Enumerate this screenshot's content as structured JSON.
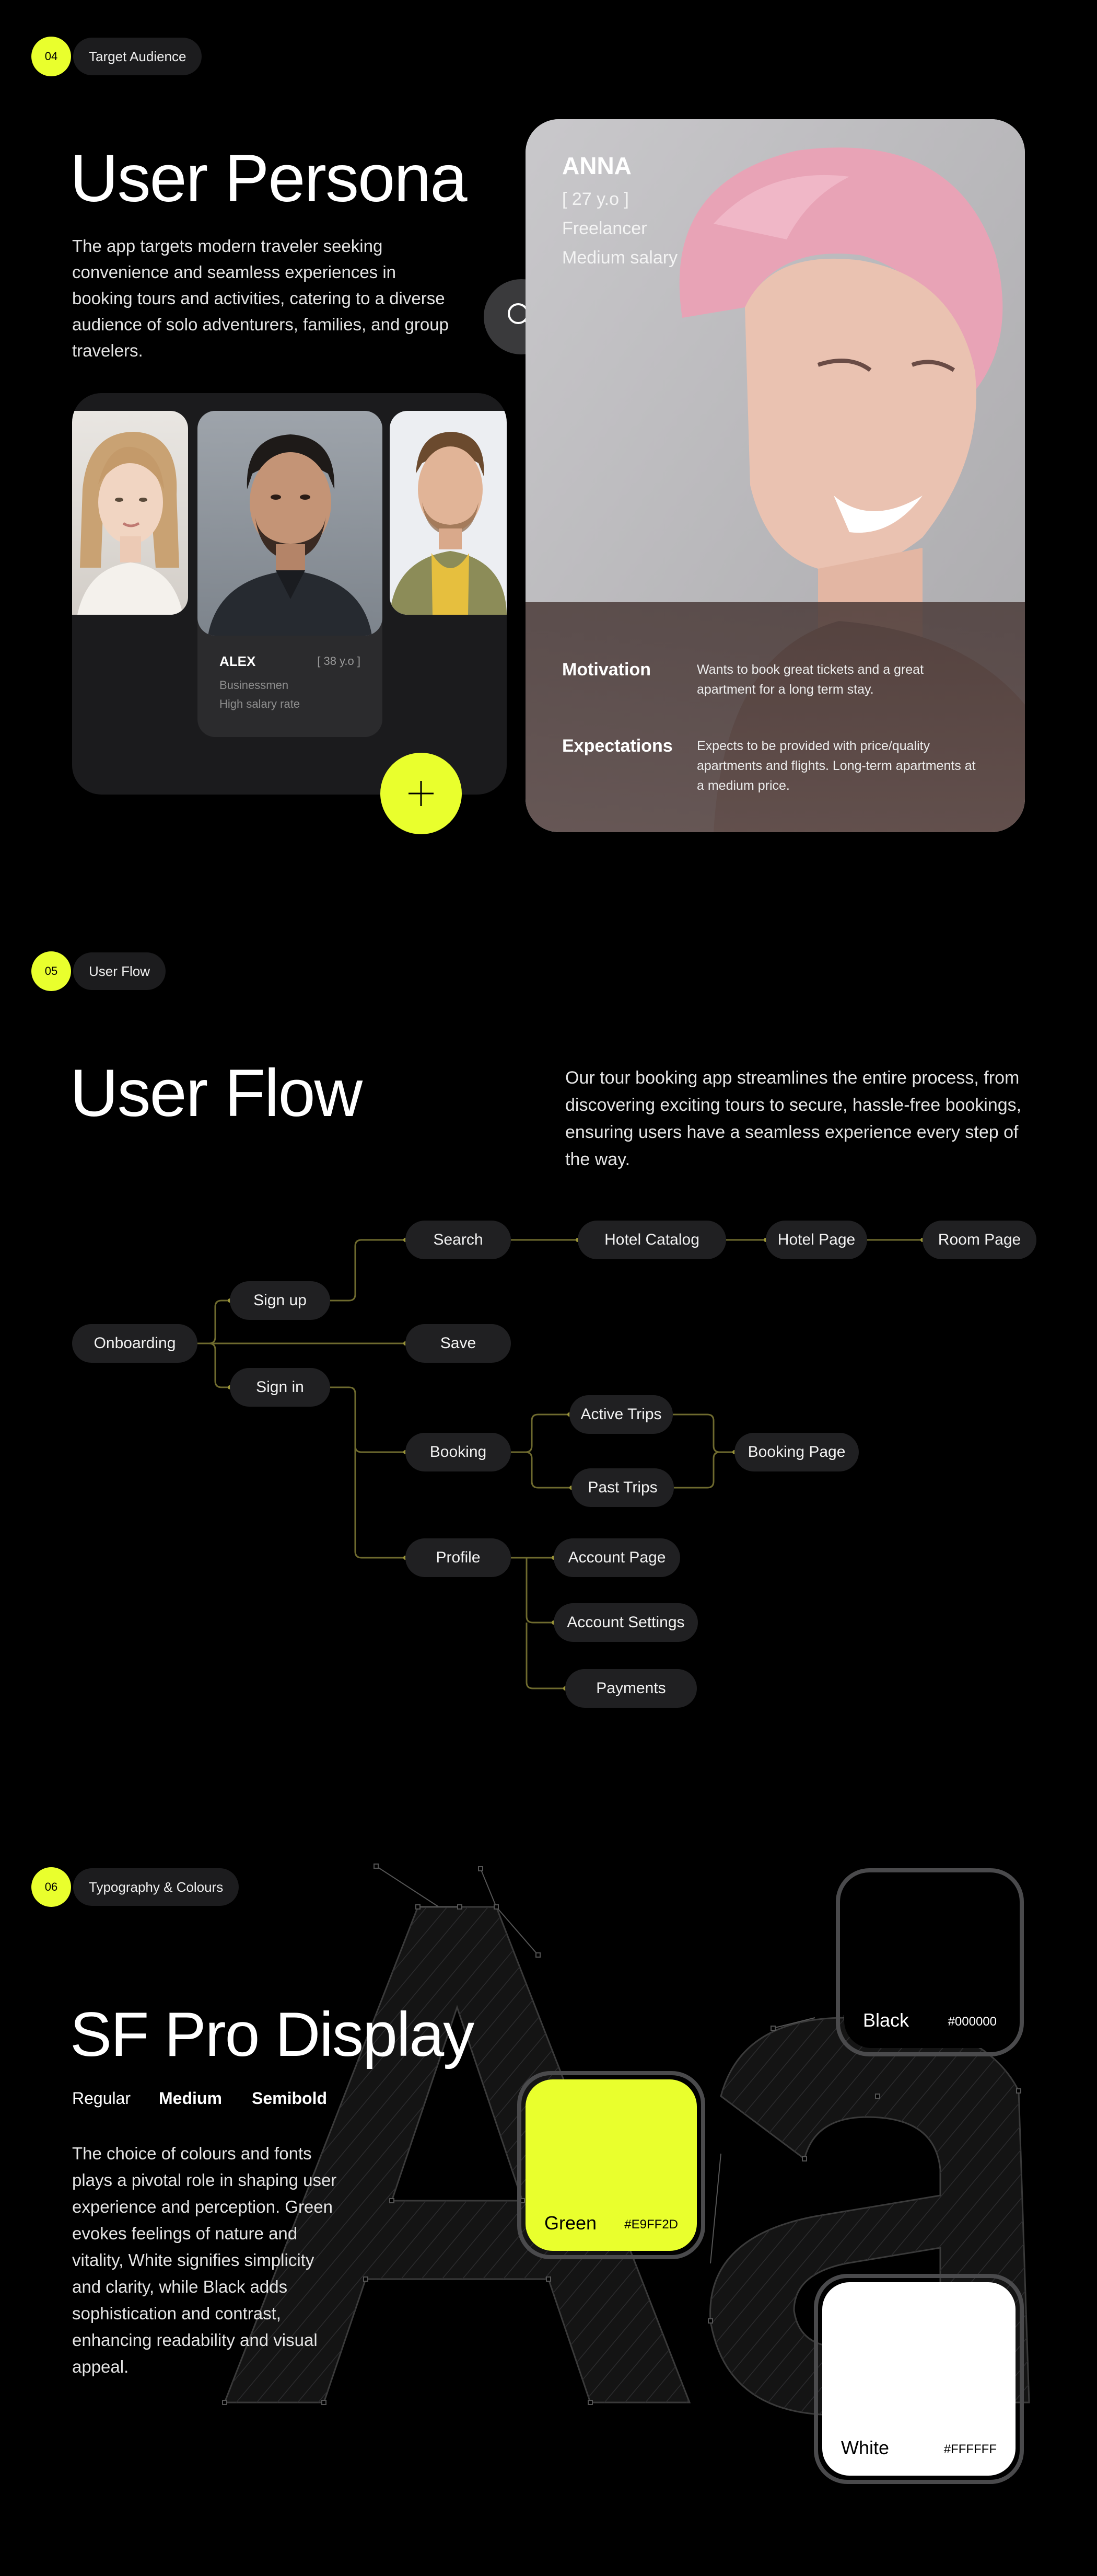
{
  "persona_section": {
    "tag_number": "04",
    "tag_label": "Target Audience",
    "title": "User Persona",
    "description": "The app targets modern traveler seeking convenience and seamless experiences in booking tours and activities, catering to a diverse audience of solo adventurers, families, and group travelers.",
    "alex": {
      "name": "ALEX",
      "age": "[ 38 y.o ]",
      "role": "Businessmen",
      "salary": "High salary rate"
    },
    "anna": {
      "name": "ANNA",
      "age": "[ 27 y.o ]",
      "role": "Freelancer",
      "salary": "Medium salary",
      "motivation_label": "Motivation",
      "motivation_text": "Wants to book great tickets and a great apartment for a long term stay.",
      "expectations_label": "Expectations",
      "expectations_text": "Expects to be provided with  price/quality apartments and flights. Long-term apartments at a medium price."
    },
    "icons": {
      "search": "search-icon",
      "add": "plus-icon"
    }
  },
  "flow_section": {
    "tag_number": "05",
    "tag_label": "User Flow",
    "title": "User Flow",
    "description": "Our tour booking app streamlines the entire process, from discovering exciting tours to secure, hassle-free bookings, ensuring users have a seamless experience every step of the way.",
    "nodes": {
      "onboarding": "Onboarding",
      "sign_up": "Sign up",
      "sign_in": "Sign in",
      "search": "Search",
      "hotel_catalog": "Hotel Catalog",
      "hotel_page": "Hotel Page",
      "room_page": "Room Page",
      "save": "Save",
      "booking": "Booking",
      "active_trips": "Active Trips",
      "past_trips": "Past Trips",
      "booking_page": "Booking Page",
      "profile": "Profile",
      "account_page": "Account Page",
      "account_settings": "Account Settings",
      "payments": "Payments"
    }
  },
  "type_section": {
    "tag_number": "06",
    "tag_label": "Typography & Colours",
    "title": "SF Pro Display",
    "weights": [
      "Regular",
      "Medium",
      "Semibold"
    ],
    "description": "The choice of colours and fonts plays a pivotal role in shaping user experience and perception. Green evokes feelings of nature and vitality, White signifies simplicity and clarity, while Black adds sophistication and contrast, enhancing readability and visual appeal.",
    "glyphs": "Aa",
    "colors": [
      {
        "name": "Black",
        "hex": "#000000"
      },
      {
        "name": "Green",
        "hex": "#E9FF2D"
      },
      {
        "name": "White",
        "hex": "#FFFFFF"
      }
    ]
  },
  "theme": {
    "accent": "#E9FF2D",
    "background": "#000000",
    "card": "#1B1B1D",
    "connector": "#6E6A2E"
  }
}
